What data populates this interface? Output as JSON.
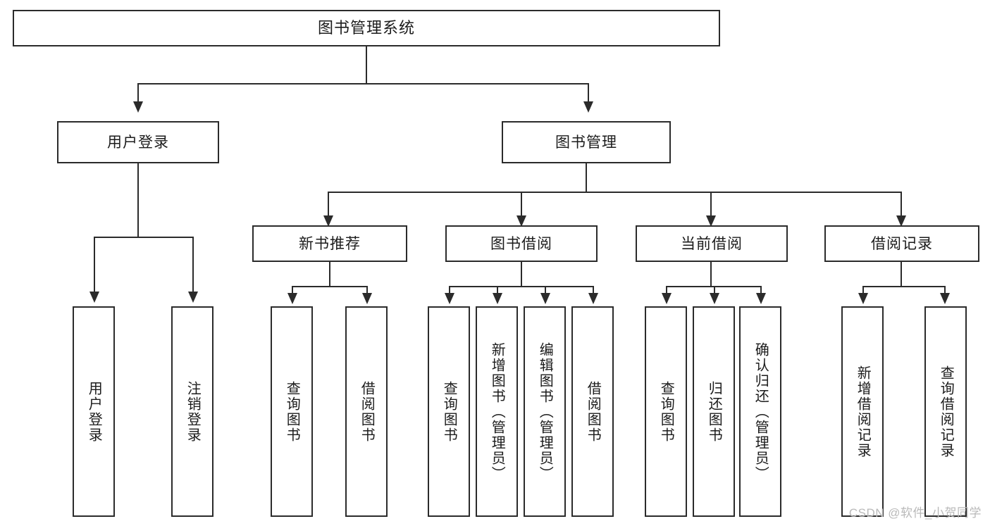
{
  "diagram": {
    "title": "图书管理系统",
    "type": "tree",
    "watermark": "CSDN @软件_小贺同学",
    "colors": {
      "box_border": "#2b2b2b",
      "box_fill": "#ffffff",
      "text": "#1b1b1b",
      "connector": "#2b2b2b",
      "watermark": "#b9b9b9",
      "background": "#ffffff"
    },
    "nodes": {
      "root": {
        "label": "图书管理系统"
      },
      "level2": [
        {
          "label": "用户登录"
        },
        {
          "label": "图书管理"
        }
      ],
      "level3": [
        {
          "label": "新书推荐"
        },
        {
          "label": "图书借阅"
        },
        {
          "label": "当前借阅"
        },
        {
          "label": "借阅记录"
        }
      ],
      "leaves_user_login": [
        {
          "label": "用户登录"
        },
        {
          "label": "注销登录"
        }
      ],
      "leaves_new_book": [
        {
          "label": "查询图书"
        },
        {
          "label": "借阅图书"
        }
      ],
      "leaves_borrow": [
        {
          "label": "查询图书"
        },
        {
          "label": "新增图书（管理员）"
        },
        {
          "label": "编辑图书（管理员）"
        },
        {
          "label": "借阅图书"
        }
      ],
      "leaves_current": [
        {
          "label": "查询图书"
        },
        {
          "label": "归还图书"
        },
        {
          "label": "确认归还（管理员）"
        }
      ],
      "leaves_record": [
        {
          "label": "新增借阅记录"
        },
        {
          "label": "查询借阅记录"
        }
      ]
    }
  }
}
